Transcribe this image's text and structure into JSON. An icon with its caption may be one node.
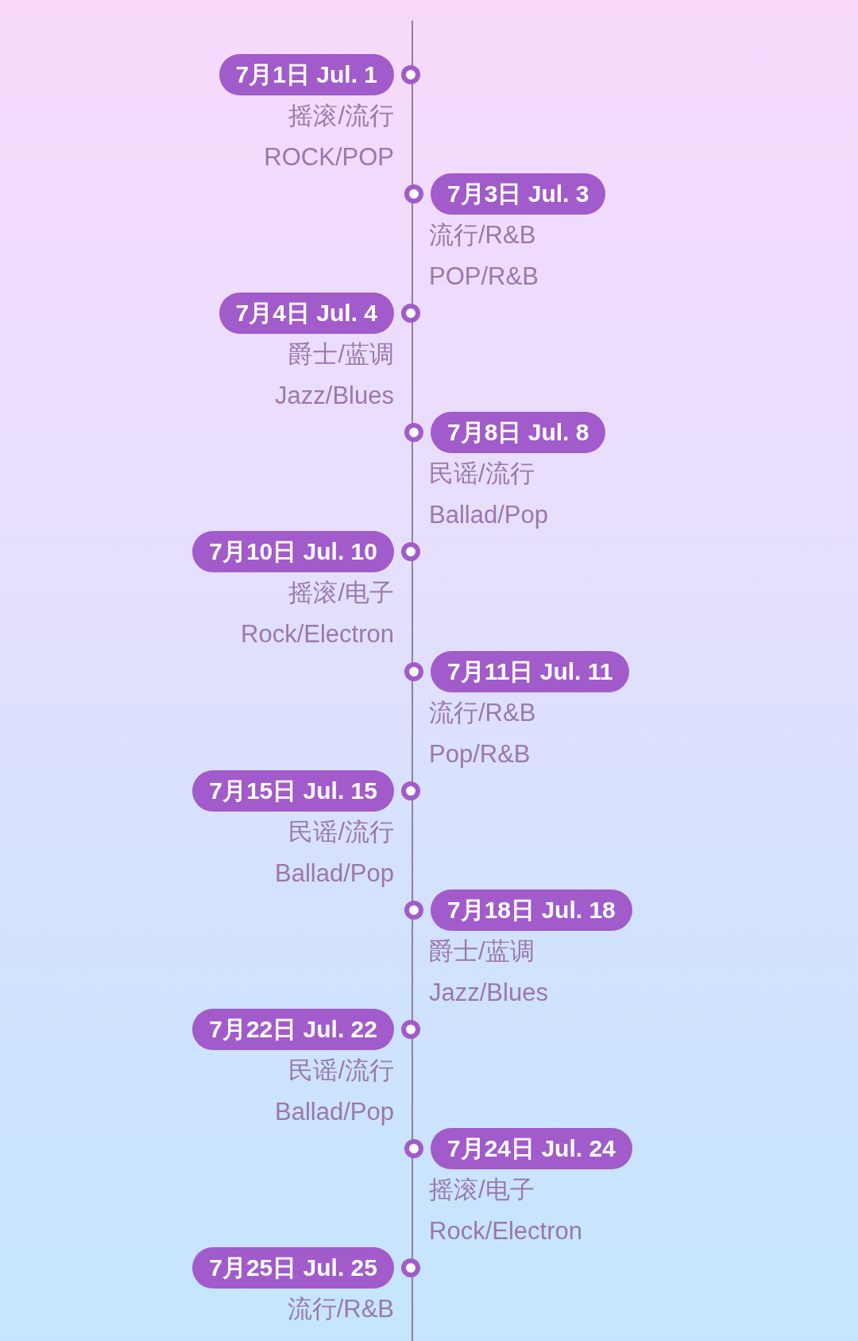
{
  "diagram": {
    "nodes": [
      {
        "text": [
          "7月1日 Jul. 1"
        ],
        "beside": [
          "摇滚/流行",
          "ROCK/POP"
        ]
      },
      {
        "text": [
          "7月3日 Jul. 3"
        ],
        "beside": [
          "流行/R&B",
          "POP/R&B"
        ]
      },
      {
        "text": [
          "7月4日 Jul. 4"
        ],
        "beside": [
          "爵士/蓝调",
          "Jazz/Blues"
        ]
      },
      {
        "text": [
          "7月8日 Jul. 8"
        ],
        "beside": [
          "民谣/流行",
          "Ballad/Pop"
        ]
      },
      {
        "text": [
          "7月10日 Jul. 10"
        ],
        "beside": [
          "摇滚/电子",
          "Rock/Electron"
        ]
      },
      {
        "text": [
          "7月11日 Jul. 11"
        ],
        "beside": [
          "流行/R&B",
          "Pop/R&B"
        ]
      },
      {
        "text": [
          "7月15日 Jul. 15"
        ],
        "beside": [
          "民谣/流行",
          "Ballad/Pop"
        ]
      },
      {
        "text": [
          "7月18日 Jul. 18"
        ],
        "beside": [
          "爵士/蓝调",
          "Jazz/Blues"
        ]
      },
      {
        "text": [
          "7月22日 Jul. 22"
        ],
        "beside": [
          "民谣/流行",
          "Ballad/Pop"
        ]
      },
      {
        "text": [
          "7月24日 Jul. 24"
        ],
        "beside": [
          "摇滚/电子",
          "Rock/Electron"
        ]
      },
      {
        "text": [
          "7月25日 Jul. 25"
        ],
        "beside": [
          "流行/R&B"
        ]
      }
    ]
  }
}
